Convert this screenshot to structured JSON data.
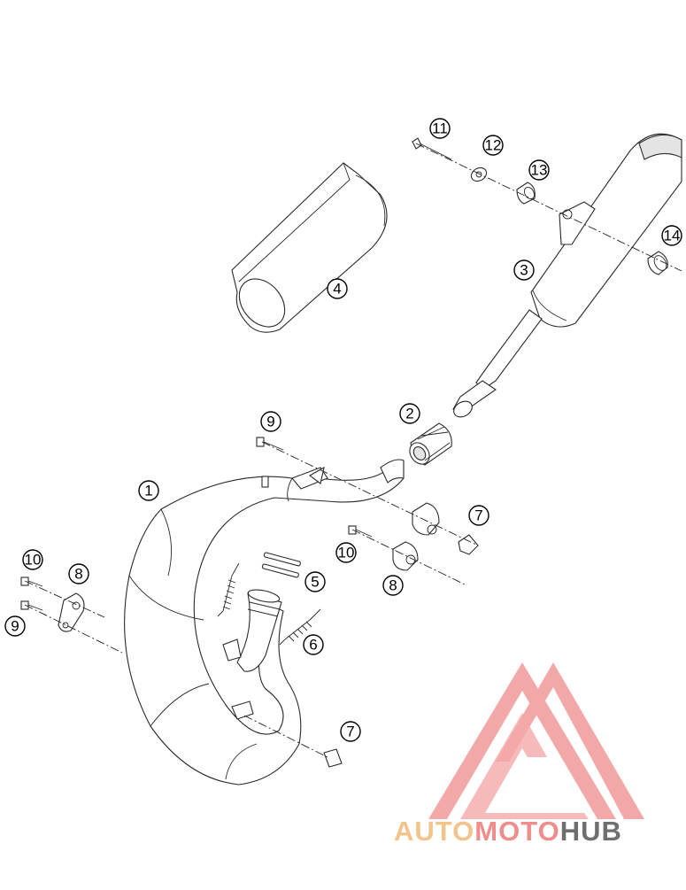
{
  "callouts": [
    {
      "id": "c1",
      "label": "1"
    },
    {
      "id": "c2",
      "label": "2"
    },
    {
      "id": "c3",
      "label": "3"
    },
    {
      "id": "c4",
      "label": "4"
    },
    {
      "id": "c5",
      "label": "5"
    },
    {
      "id": "c6",
      "label": "6"
    },
    {
      "id": "c7a",
      "label": "7"
    },
    {
      "id": "c7b",
      "label": "7"
    },
    {
      "id": "c8a",
      "label": "8"
    },
    {
      "id": "c8b",
      "label": "8"
    },
    {
      "id": "c9a",
      "label": "9"
    },
    {
      "id": "c9b",
      "label": "9"
    },
    {
      "id": "c10a",
      "label": "10"
    },
    {
      "id": "c10b",
      "label": "10"
    },
    {
      "id": "c11",
      "label": "11"
    },
    {
      "id": "c12",
      "label": "12"
    },
    {
      "id": "c13",
      "label": "13"
    },
    {
      "id": "c14",
      "label": "14"
    }
  ],
  "watermark": {
    "part1": "AUTO",
    "part2": "MOTO",
    "part3": "HUB",
    "colors": {
      "auto": "#f2c48c",
      "moto": "#ef8d8d",
      "hub": "#6f6f6f",
      "mark": "#f29a9a"
    }
  }
}
